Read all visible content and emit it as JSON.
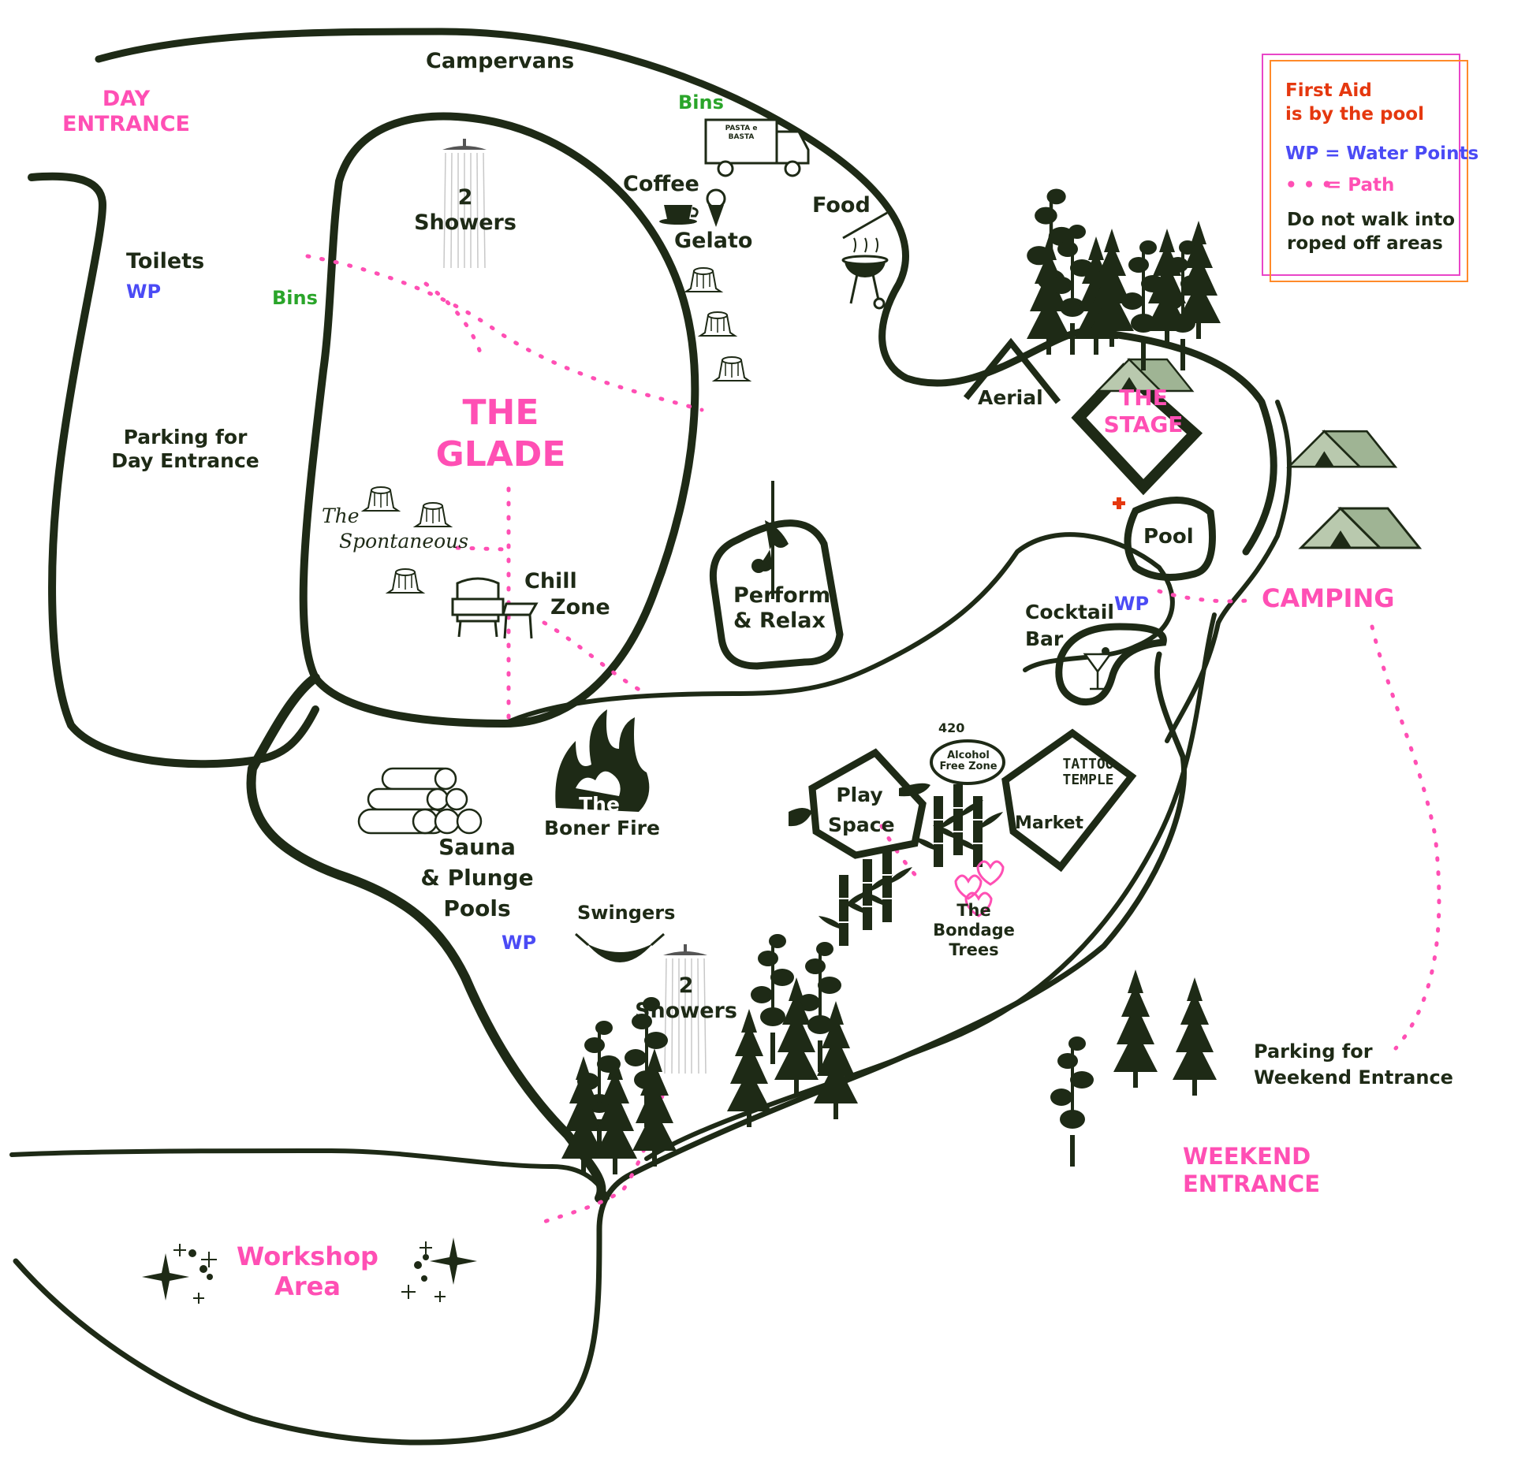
{
  "legend": {
    "first_aid_line1": "First Aid",
    "first_aid_line2": "is by the pool",
    "wp": "WP = Water Points",
    "path_dots": "• • •",
    "path": "= Path",
    "rope_line1": "Do not walk into",
    "rope_line2": "roped off areas"
  },
  "entrances": {
    "day_line1": "DAY",
    "day_line2": "ENTRANCE",
    "weekend_line1": "WEEKEND",
    "weekend_line2": "ENTRANCE",
    "camping": "CAMPING"
  },
  "areas": {
    "campervans": "Campervans",
    "toilets": "Toilets",
    "wp_toilets": "WP",
    "bins_top": "Bins",
    "bins_left": "Bins",
    "showers_top_num": "2",
    "showers_top": "Showers",
    "coffee": "Coffee",
    "gelato": "Gelato",
    "food": "Food",
    "food_truck_text": "PASTA e BASTA",
    "parking_day_line1": "Parking for",
    "parking_day_line2": "Day Entrance",
    "glade_line1": "THE",
    "glade_line2": "GLADE",
    "spontaneous_line1": "The",
    "spontaneous_line2": "Spontaneous",
    "chill_line1": "Chill",
    "chill_line2": "Zone",
    "perform_line1": "Perform",
    "perform_line2": "& Relax",
    "aerial": "Aerial",
    "stage_line1": "THE",
    "stage_line2": "STAGE",
    "pool": "Pool",
    "wp_pool": "WP",
    "cocktail_line1": "Cocktail",
    "cocktail_line2": "Bar",
    "boner_line1": "The",
    "boner_line2": "Boner Fire",
    "sauna_line1": "Sauna",
    "sauna_line2": "& Plunge",
    "sauna_line3": "Pools",
    "wp_sauna": "WP",
    "swingers": "Swingers",
    "showers_bottom_num": "2",
    "showers_bottom": "Showers",
    "play_line1": "Play",
    "play_line2": "Space",
    "four_twenty": "420",
    "alcohol_line1": "Alcohol",
    "alcohol_line2": "Free Zone",
    "tattoo_line1": "TATTOO",
    "tattoo_line2": "TEMPLE",
    "market": "Market",
    "bondage_line1": "The",
    "bondage_line2": "Bondage",
    "bondage_line3": "Trees",
    "parking_weekend_line1": "Parking for",
    "parking_weekend_line2": "Weekend Entrance",
    "workshop_line1": "Workshop",
    "workshop_line2": "Area"
  },
  "colors": {
    "ink": "#1e2a16",
    "pink": "#ff4fb4",
    "blue": "#4b4bf5",
    "green": "#2aa52a",
    "red": "#e5380f",
    "orange": "#ff8a2a",
    "tent": "#b9c9ae"
  },
  "icons": [
    "shower-icon",
    "food-truck-icon",
    "coffee-cup-icon",
    "ice-cream-icon",
    "bbq-grill-icon",
    "tree-stump-icon",
    "pole-dancer-icon",
    "tree-icon",
    "tent-icon",
    "armchair-icon",
    "bonfire-icon",
    "towels-icon",
    "hammock-icon",
    "bamboo-icon",
    "cocktail-icon",
    "rope-hearts-icon",
    "sparkle-icon",
    "first-aid-cross-icon"
  ]
}
